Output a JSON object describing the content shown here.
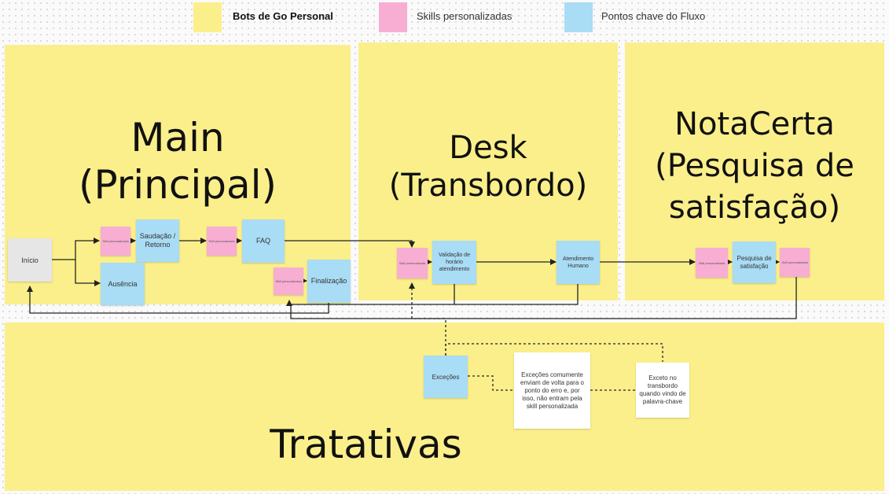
{
  "legend": {
    "items": [
      {
        "label": "Bots de Go Personal",
        "color": "#fbef8b",
        "bold": true
      },
      {
        "label": "Skills personalizadas",
        "color": "#f7aed2",
        "bold": false
      },
      {
        "label": "Pontos chave do Fluxo",
        "color": "#a9dcf5",
        "bold": false
      }
    ]
  },
  "sections": {
    "main": {
      "title_line1": "Main",
      "title_line2": "(Principal)"
    },
    "desk": {
      "title_line1": "Desk",
      "title_line2": "(Transbordo)"
    },
    "notacerta": {
      "title_line1": "NotaCerta",
      "title_line2": "(Pesquisa de",
      "title_line3": "satisfação)"
    },
    "tratativas": {
      "title": "Tratativas"
    }
  },
  "nodes": {
    "inicio": "Início",
    "saudacao": "Saudação / Retorno",
    "ausencia": "Ausência",
    "faq": "FAQ",
    "finalizacao": "Finalização",
    "validacao": "Validação de horário atendimento",
    "atendimento": "Atendimento Humano",
    "pesquisa": "Pesquisa de satisfação",
    "excecoes": "Exceções",
    "skill": "Skill personalizada"
  },
  "notes": {
    "excecoes_note": "Exceções comumente enviam de volta para o ponto do erro e, por isso, não entram pela skill personalizada",
    "transbordo_note": "Exceto no transbordo quando vindo de palavra-chave"
  },
  "colors": {
    "bot": "#fbef8b",
    "skill": "#f7aed2",
    "key_point": "#a9dcf5",
    "connector": "#222222"
  }
}
